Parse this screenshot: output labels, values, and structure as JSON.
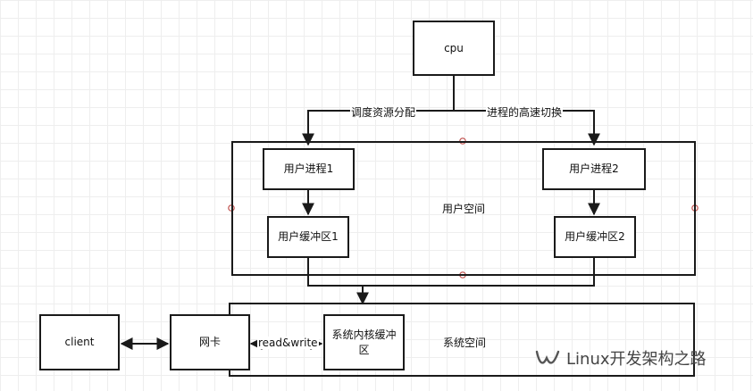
{
  "nodes": {
    "cpu": "cpu",
    "user_process_1": "用户进程1",
    "user_process_2": "用户进程2",
    "user_buffer_1": "用户缓冲区1",
    "user_buffer_2": "用户缓冲区2",
    "client": "client",
    "nic": "网卡",
    "kernel_buffer": "系统内核缓冲区"
  },
  "regions": {
    "user_space": "用户空间",
    "kernel_space": "系统空间"
  },
  "edges": {
    "schedule_label": "调度资源分配",
    "switch_label": "进程的高速切换",
    "read_write_label": "read&write"
  },
  "watermark": {
    "text": "Linux开发架构之路",
    "icon": "wechat-channel-icon"
  },
  "colors": {
    "line": "#1a1a1a",
    "handle": "#c0504d",
    "grid": "#eeeeee"
  }
}
